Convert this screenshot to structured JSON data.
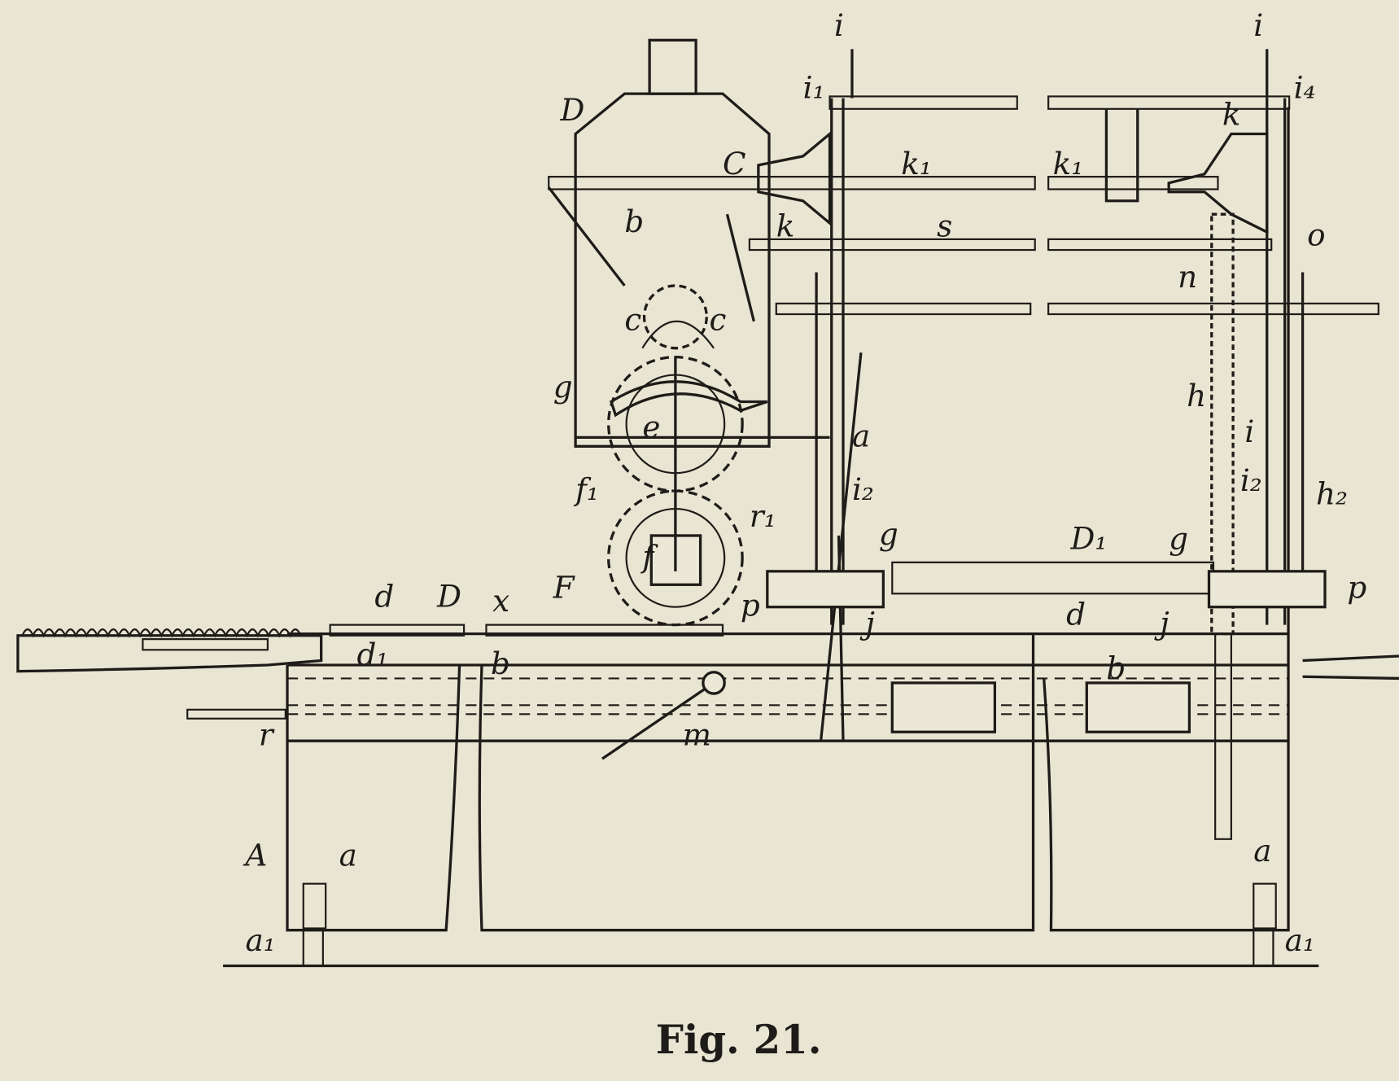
{
  "figure": {
    "caption": "Fig. 21.",
    "labels": {
      "D_top": "D",
      "C": "C",
      "b": "b",
      "k_left": "k",
      "k1_a": "k₁",
      "k1_b": "k₁",
      "k_right": "k",
      "i_left": "i",
      "i1": "i₁",
      "i_right": "i",
      "i4": "i₄",
      "s": "s",
      "o": "o",
      "n": "n",
      "h": "h",
      "i_mid": "i",
      "i2_right": "i₂",
      "h2": "h₂",
      "p_right": "p",
      "g_right": "g",
      "D1": "D₁",
      "g_left": "g",
      "i2_left": "i₂",
      "a_lever": "a",
      "r1": "r₁",
      "p_left": "p",
      "F": "F",
      "f": "f",
      "f1": "f₁",
      "e": "e",
      "c": "c",
      "c_left": "c",
      "g_gear": "g",
      "d_left": "d",
      "D_bed": "D",
      "x": "x",
      "d1": "d₁",
      "b_bed": "b",
      "d_right": "d",
      "j_left": "j",
      "j_right": "j",
      "b_right": "b",
      "m": "m",
      "r": "r",
      "A": "A",
      "a_left": "a",
      "a1_left": "a₁",
      "a_right": "a",
      "a1_right": "a₁"
    }
  },
  "colors": {
    "paper": "#e9e5d3",
    "ink": "#1e1c18"
  }
}
